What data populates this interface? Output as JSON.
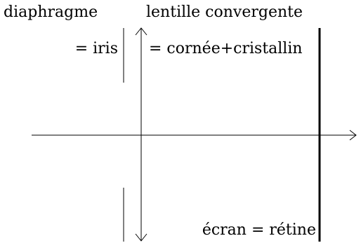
{
  "labels": {
    "diaphragm_title": "diaphragme",
    "diaphragm_equiv": "= iris",
    "lens_title": "lentille convergente",
    "lens_equiv": "= cornée+cristallin",
    "screen": "écran = rétine"
  },
  "colors": {
    "stroke": "#000000",
    "background": "#ffffff"
  }
}
